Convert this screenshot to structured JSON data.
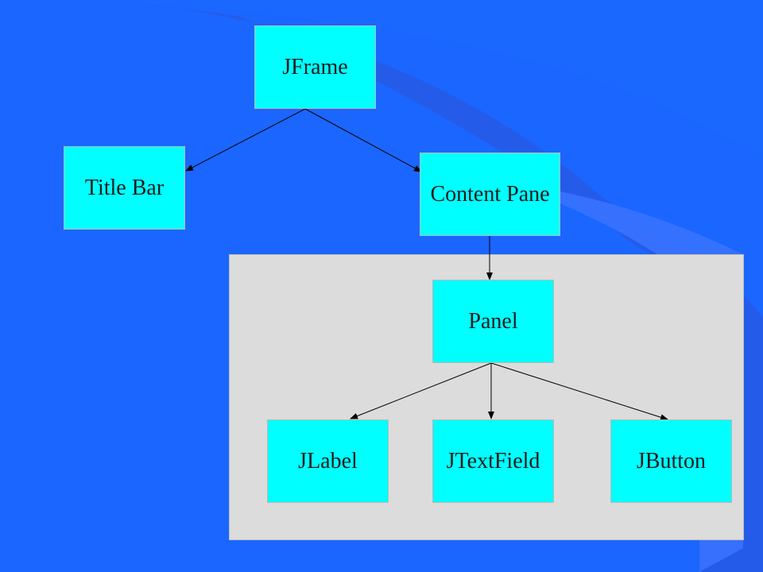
{
  "colors": {
    "background": "#1a66ff",
    "box_fill": "#00ffff",
    "panel_region": "#dcdcdc",
    "edge": "#000000"
  },
  "nodes": {
    "jframe": "JFrame",
    "title_bar": "Title Bar",
    "content_pane": "Content Pane",
    "panel": "Panel",
    "jlabel": "JLabel",
    "jtextfield": "JTextField",
    "jbutton": "JButton"
  },
  "edges": [
    {
      "from": "jframe",
      "to": "title_bar"
    },
    {
      "from": "jframe",
      "to": "content_pane"
    },
    {
      "from": "content_pane",
      "to": "panel"
    },
    {
      "from": "panel",
      "to": "jlabel"
    },
    {
      "from": "panel",
      "to": "jtextfield"
    },
    {
      "from": "panel",
      "to": "jbutton"
    }
  ]
}
